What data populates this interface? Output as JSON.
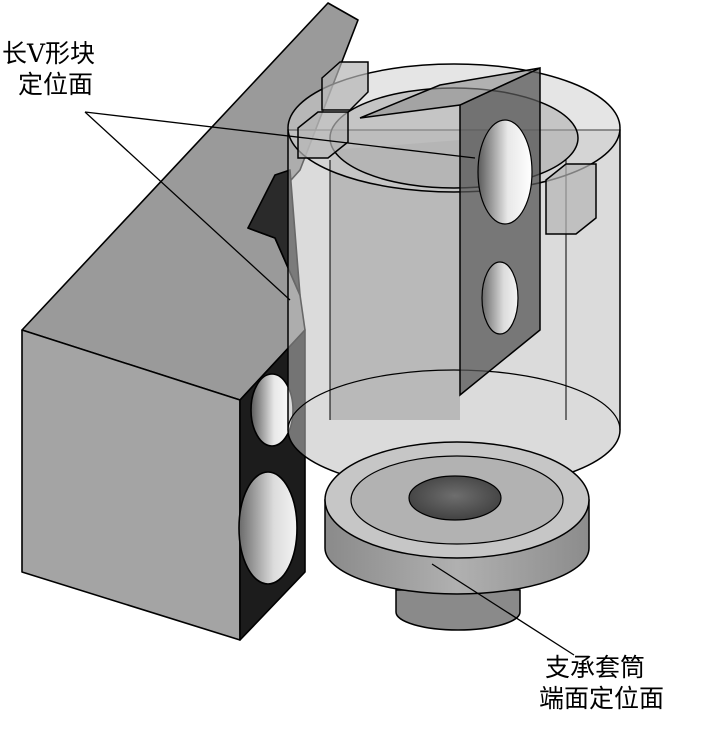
{
  "labels": {
    "v_block": {
      "line1": "长V形块",
      "line2": "定位面"
    },
    "support_sleeve": {
      "line1": "支承套筒",
      "line2": "端面定位面"
    }
  },
  "colors": {
    "block_top": "#9a9a9a",
    "block_front": "#a4a4a4",
    "block_side": "#1a1a1a",
    "cylinder_outer": "#bdbdbd",
    "cylinder_inner": "#888888",
    "sleeve": "#9e9e9e",
    "sleeve_top": "#c6c6c6",
    "outline": "#000000"
  }
}
